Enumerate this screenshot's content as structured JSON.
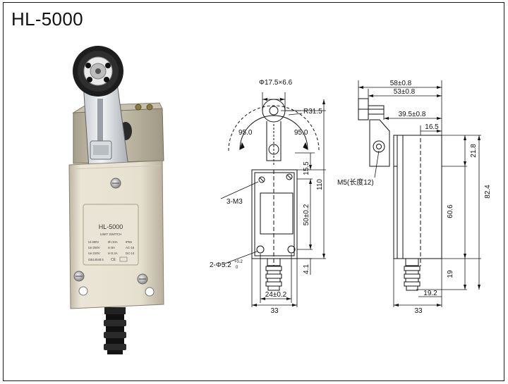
{
  "title": "HL-5000",
  "product": {
    "model": "HL-5000",
    "subtitle": "LIMIT SWITCH",
    "ratings": [
      [
        "Ui:380V",
        "Ith:10A",
        "IP65"
      ],
      [
        "Ue:250V",
        "Ie:8A",
        "AC-15"
      ],
      [
        "Ue:220V",
        "Ie:0.3A",
        "DC-13"
      ]
    ],
    "standard": "GB14048.5"
  },
  "front_view": {
    "roller_dim": "Φ17.5×6.6",
    "radius": "R31.5",
    "angle_left": "95.0",
    "angle_right": "95.0",
    "screws": "3-M3",
    "holes": "2-Φ5.2",
    "hole_tol_top": "+0.2",
    "hole_tol_bottom": "0",
    "height_total": "110",
    "offset_top": "15.5",
    "hole_spacing": "50±0.2",
    "bottom_offset": "4.1",
    "hole_width": "24±0.2",
    "width": "33"
  },
  "side_view": {
    "overall_1": "58±0.8",
    "overall_2": "53±0.8",
    "arm_length": "39.5±0.8",
    "offset": "16.5",
    "screw_label": "M5(长度12)",
    "dim_top": "21.8",
    "dim_total": "82.4",
    "dim_mid": "60.6",
    "dim_bottom": "19",
    "dim_offset": "19.2",
    "width": "33"
  }
}
